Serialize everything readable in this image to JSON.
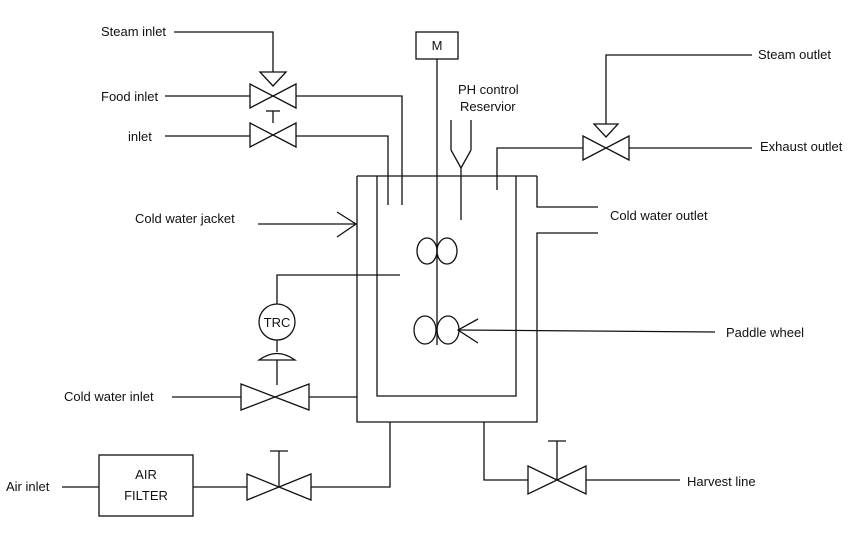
{
  "labels": {
    "steam_inlet": "Steam inlet",
    "food_inlet": "Food inlet",
    "inlet": "inlet",
    "cold_water_jacket": "Cold water jacket",
    "cold_water_inlet": "Cold water inlet",
    "air_inlet": "Air inlet",
    "air_filter_line1": "AIR",
    "air_filter_line2": "FILTER",
    "motor": "M",
    "ph_control_line1": "PH control",
    "ph_control_line2": "Reservior",
    "steam_outlet": "Steam outlet",
    "exhaust_outlet": "Exhaust outlet",
    "cold_water_outlet": "Cold water outlet",
    "paddle_wheel": "Paddle wheel",
    "harvest_line": "Harvest line",
    "trc": "TRC"
  },
  "colors": {
    "stroke": "#111111",
    "background": "#ffffff"
  }
}
